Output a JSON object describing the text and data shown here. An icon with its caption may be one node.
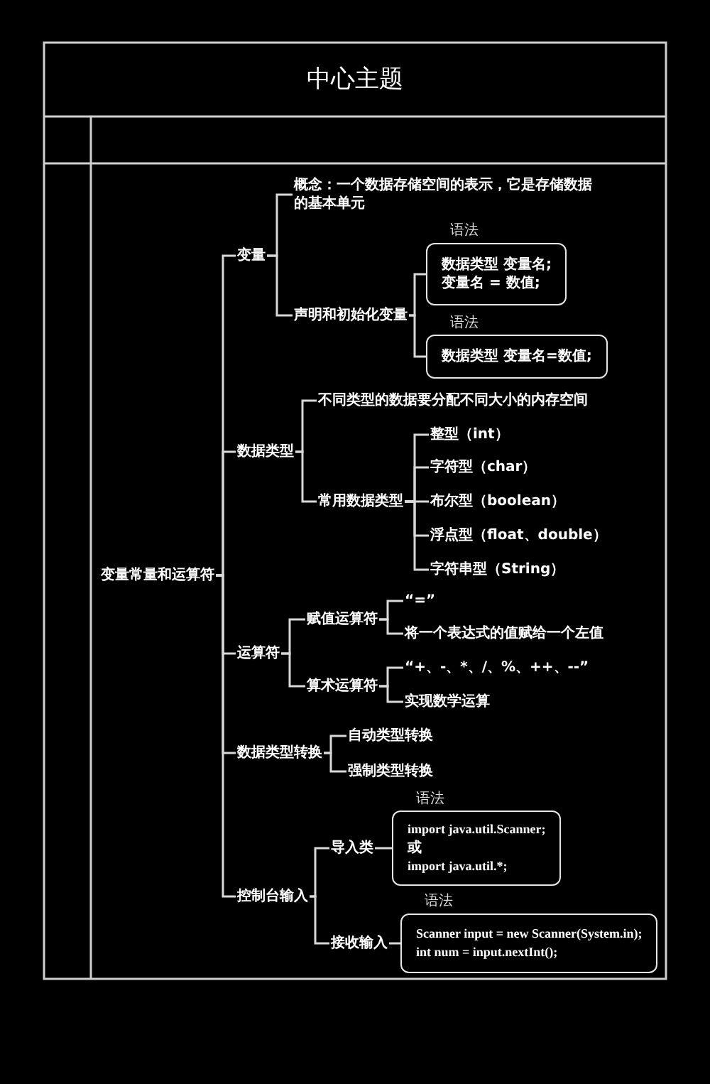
{
  "diagram": {
    "title": "中心主题",
    "nodes": [
      {
        "text": [
          "变量常量和运算符"
        ]
      },
      {
        "text": [
          "变量"
        ]
      },
      {
        "text": [
          "概念：一个数据存储空间的表示，它是存储数据的基本单元"
        ]
      },
      {
        "text": [
          "声明和初始化变量"
        ]
      },
      {
        "text": [
          "数据类型 变量名;",
          "变量名 = 数值;"
        ],
        "beside": [
          "语法"
        ]
      },
      {
        "text": [
          "数据类型 变量名=数值;"
        ],
        "beside": [
          "语法"
        ]
      },
      {
        "text": [
          "数据类型"
        ]
      },
      {
        "text": [
          "不同类型的数据要分配不同大小的内存空间"
        ]
      },
      {
        "text": [
          "常用数据类型"
        ]
      },
      {
        "text": [
          "整型（int）"
        ]
      },
      {
        "text": [
          "字符型（char）"
        ]
      },
      {
        "text": [
          "布尔型（boolean）"
        ]
      },
      {
        "text": [
          "浮点型（float、double）"
        ]
      },
      {
        "text": [
          "字符串型（String）"
        ]
      },
      {
        "text": [
          "运算符"
        ]
      },
      {
        "text": [
          "赋值运算符"
        ]
      },
      {
        "text": [
          "“=”"
        ]
      },
      {
        "text": [
          "将一个表达式的值赋给一个左值"
        ]
      },
      {
        "text": [
          "算术运算符"
        ]
      },
      {
        "text": [
          "“+、-、*、/、%、++、--”"
        ]
      },
      {
        "text": [
          "实现数学运算"
        ]
      },
      {
        "text": [
          "数据类型转换"
        ]
      },
      {
        "text": [
          "自动类型转换"
        ]
      },
      {
        "text": [
          "强制类型转换"
        ]
      },
      {
        "text": [
          "控制台输入"
        ]
      },
      {
        "text": [
          "导入类"
        ]
      },
      {
        "text": [
          "import java.util.Scanner;",
          "或",
          "import java.util.*;"
        ],
        "beside": [
          "语法"
        ]
      },
      {
        "text": [
          "接收输入"
        ]
      },
      {
        "text": [
          "Scanner input = new Scanner(System.in);",
          "int num = input.nextInt();"
        ],
        "beside": [
          "语法"
        ]
      }
    ],
    "edges": [
      {
        "from": 0,
        "to": 1,
        "arrow": "none"
      },
      {
        "from": 1,
        "to": 2,
        "arrow": "none"
      },
      {
        "from": 1,
        "to": 3,
        "arrow": "none"
      },
      {
        "from": 3,
        "to": 4,
        "arrow": "none"
      },
      {
        "from": 3,
        "to": 5,
        "arrow": "none"
      },
      {
        "from": 0,
        "to": 6,
        "arrow": "none"
      },
      {
        "from": 6,
        "to": 7,
        "arrow": "none"
      },
      {
        "from": 6,
        "to": 8,
        "arrow": "none"
      },
      {
        "from": 8,
        "to": 9,
        "arrow": "none"
      },
      {
        "from": 8,
        "to": 10,
        "arrow": "none"
      },
      {
        "from": 8,
        "to": 11,
        "arrow": "none"
      },
      {
        "from": 8,
        "to": 12,
        "arrow": "none"
      },
      {
        "from": 8,
        "to": 13,
        "arrow": "none"
      },
      {
        "from": 0,
        "to": 14,
        "arrow": "none"
      },
      {
        "from": 14,
        "to": 15,
        "arrow": "none"
      },
      {
        "from": 15,
        "to": 16,
        "arrow": "none"
      },
      {
        "from": 15,
        "to": 17,
        "arrow": "none"
      },
      {
        "from": 14,
        "to": 18,
        "arrow": "none"
      },
      {
        "from": 18,
        "to": 19,
        "arrow": "none"
      },
      {
        "from": 18,
        "to": 20,
        "arrow": "none"
      },
      {
        "from": 0,
        "to": 21,
        "arrow": "none"
      },
      {
        "from": 21,
        "to": 22,
        "arrow": "none"
      },
      {
        "from": 21,
        "to": 23,
        "arrow": "none"
      },
      {
        "from": 0,
        "to": 24,
        "arrow": "none"
      },
      {
        "from": 24,
        "to": 25,
        "arrow": "none"
      },
      {
        "from": 25,
        "to": 26,
        "arrow": "none"
      },
      {
        "from": 24,
        "to": 27,
        "arrow": "none"
      },
      {
        "from": 27,
        "to": 28,
        "arrow": "none"
      }
    ]
  }
}
